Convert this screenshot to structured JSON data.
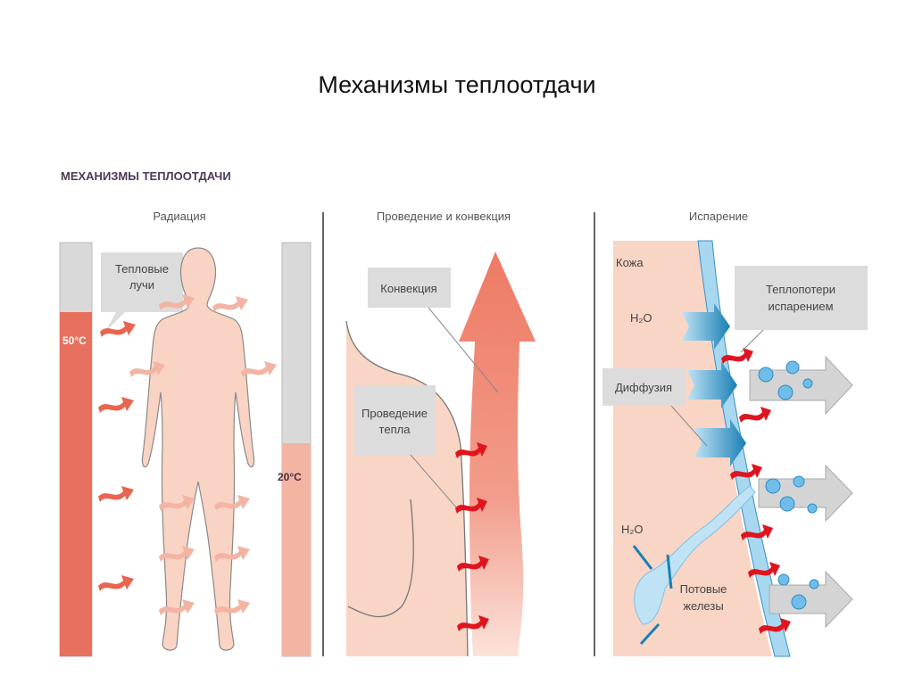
{
  "slide": {
    "title": "Механизмы теплоотдачи"
  },
  "diagram": {
    "heading": "МЕХАНИЗМЫ ТЕПЛООТДАЧИ",
    "panels": [
      {
        "title": "Радиация",
        "labels": {
          "rays_line1": "Тепловые",
          "rays_line2": "лучи",
          "hot_temp": "50°C",
          "cool_temp": "20°C"
        }
      },
      {
        "title": "Проведение и конвекция",
        "labels": {
          "convection": "Конвекция",
          "conduction_line1": "Проведение",
          "conduction_line2": "тепла"
        }
      },
      {
        "title": "Испарение",
        "labels": {
          "skin": "Кожа",
          "water_top": "H₂O",
          "diffusion": "Диффузия",
          "loss_line1": "Теплопотери",
          "loss_line2": "испарением",
          "water_bottom": "H₂O",
          "glands_line1": "Потовые",
          "glands_line2": "железы"
        }
      }
    ],
    "colors": {
      "hot": "#e8705e",
      "warm": "#f4b4a4",
      "skin": "#f9d5c5",
      "gray": "#d9d9d9",
      "blue": "#9fd3ee",
      "deepblue": "#1a7fb5",
      "red": "#e0141e"
    }
  }
}
